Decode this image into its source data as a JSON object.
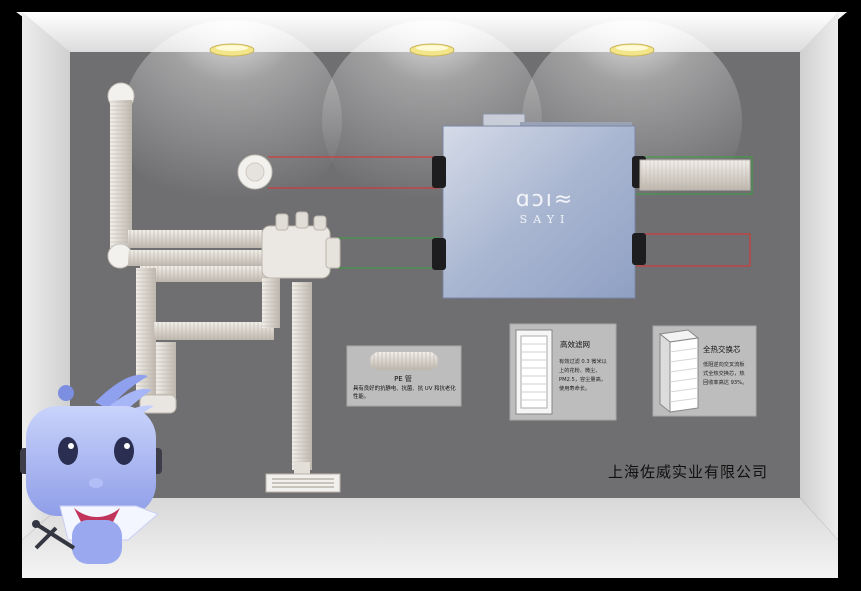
{
  "brand": {
    "logo": "ɑɔı≈",
    "name": "SAYI"
  },
  "pe_card": {
    "title": "PE 管",
    "desc": "具有良好的抗静电、抗菌、抗 UV 和抗老化性能。"
  },
  "filter_card": {
    "title": "高效滤网",
    "desc": "有效过滤 0.3 微米以上的花粉、微尘、PM2.5，容尘量高，使用寿命长。"
  },
  "core_card": {
    "title": "全热交换芯",
    "desc": "低阻逆向交叉流板式全热交换芯，热回收率高达 93%。"
  },
  "company": "上海佐威实业有限公司",
  "colors": {
    "wall": "#6f6f71",
    "floor": "#eeeeee",
    "unit": "#b9c4d8",
    "duct_red": "#e03030",
    "duct_green": "#3aa040",
    "mascot": "#a9b8f2"
  },
  "icons": [
    "ceiling-light-icon",
    "round-vent-icon",
    "mascot-robot-icon"
  ]
}
